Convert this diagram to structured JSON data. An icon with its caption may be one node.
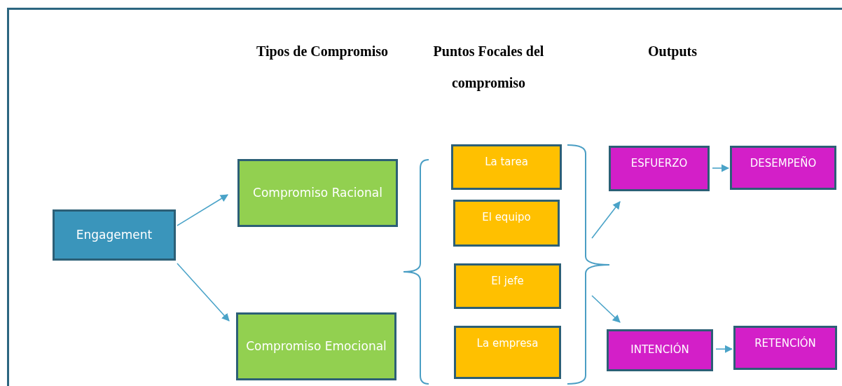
{
  "diagram": {
    "nodes": [
      {
        "text": [
          "Engagement"
        ]
      },
      {
        "text": [
          "Compromiso Racional"
        ]
      },
      {
        "text": [
          "Compromiso Emocional"
        ]
      },
      {
        "text": [
          "La tarea"
        ]
      },
      {
        "text": [
          "El equipo"
        ]
      },
      {
        "text": [
          "El jefe"
        ]
      },
      {
        "text": [
          "La empresa"
        ]
      },
      {
        "text": [
          "ESFUERZO"
        ]
      },
      {
        "text": [
          "DESEMPEÑO"
        ]
      },
      {
        "text": [
          "INTENCIÓN"
        ]
      },
      {
        "text": [
          "RETENCIÓN"
        ]
      }
    ],
    "edges": [
      {
        "from": 0,
        "to": 1,
        "arrow": "to"
      },
      {
        "from": 0,
        "to": 2,
        "arrow": "to"
      },
      {
        "from": null,
        "to": 7,
        "arrow": "to"
      },
      {
        "from": 7,
        "to": 8,
        "arrow": "to"
      },
      {
        "from": null,
        "to": 9,
        "arrow": "to"
      },
      {
        "from": 9,
        "to": 10,
        "arrow": "to"
      }
    ],
    "labels": [
      "Tipos de Compromiso",
      "Puntos Focales del compromiso",
      "Outputs"
    ]
  }
}
